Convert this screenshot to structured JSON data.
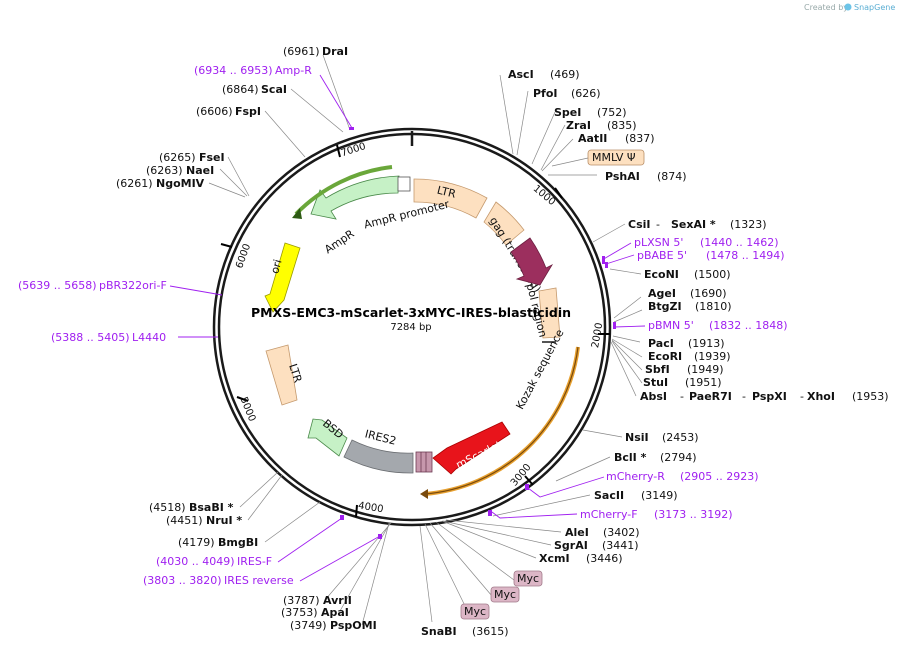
{
  "credit": {
    "prefix": "Created by",
    "brand": "SnapGene"
  },
  "plasmid": {
    "name": "PMXS-EMC3-mScarlet-3xMYC-IRES-blasticidin",
    "length": "7284 bp",
    "size_bp": 7284
  },
  "ticks": [
    "1000",
    "2000",
    "3000",
    "4000",
    "5000",
    "6000",
    "7000"
  ],
  "sites": [
    {
      "name": "DraI",
      "pos": "(6961)",
      "side": "left"
    },
    {
      "name": "ScaI",
      "pos": "(6864)",
      "side": "left"
    },
    {
      "name": "FspI",
      "pos": "(6606)",
      "side": "left"
    },
    {
      "name": "FseI",
      "pos": "(6265)",
      "side": "left"
    },
    {
      "name": "NaeI",
      "pos": "(6263)",
      "side": "left"
    },
    {
      "name": "NgoMIV",
      "pos": "(6261)",
      "side": "left"
    },
    {
      "name": "AscI",
      "pos": "(469)",
      "side": "right"
    },
    {
      "name": "PfoI",
      "pos": "(626)",
      "side": "right"
    },
    {
      "name": "SpeI",
      "pos": "(752)",
      "side": "right"
    },
    {
      "name": "ZraI",
      "pos": "(835)",
      "side": "right"
    },
    {
      "name": "AatII",
      "pos": "(837)",
      "side": "right"
    },
    {
      "name": "PshAI",
      "pos": "(874)",
      "side": "right"
    },
    {
      "name": "CsiI",
      "pos": "",
      "side": "right"
    },
    {
      "name": "SexAI *",
      "pos": "(1323)",
      "side": "right"
    },
    {
      "name": "EcoNI",
      "pos": "(1500)",
      "side": "right"
    },
    {
      "name": "AgeI",
      "pos": "(1690)",
      "side": "right"
    },
    {
      "name": "BtgZI",
      "pos": "(1810)",
      "side": "right"
    },
    {
      "name": "PacI",
      "pos": "(1913)",
      "side": "right"
    },
    {
      "name": "EcoRI",
      "pos": "(1939)",
      "side": "right"
    },
    {
      "name": "SbfI",
      "pos": "(1949)",
      "side": "right"
    },
    {
      "name": "StuI",
      "pos": "(1951)",
      "side": "right"
    },
    {
      "name": "AbsI",
      "pos": "",
      "side": "right"
    },
    {
      "name": "PaeR7I",
      "pos": "",
      "side": "right"
    },
    {
      "name": "PspXI",
      "pos": "",
      "side": "right"
    },
    {
      "name": "XhoI",
      "pos": "(1953)",
      "side": "right"
    },
    {
      "name": "NsiI",
      "pos": "(2453)",
      "side": "right"
    },
    {
      "name": "BclI *",
      "pos": "(2794)",
      "side": "right"
    },
    {
      "name": "SacII",
      "pos": "(3149)",
      "side": "right"
    },
    {
      "name": "AleI",
      "pos": "(3402)",
      "side": "right"
    },
    {
      "name": "SgrAI",
      "pos": "(3441)",
      "side": "right"
    },
    {
      "name": "XcmI",
      "pos": "(3446)",
      "side": "right"
    },
    {
      "name": "SnaBI",
      "pos": "(3615)",
      "side": "bottom"
    },
    {
      "name": "AvrII",
      "pos": "(3787)",
      "side": "left"
    },
    {
      "name": "ApaI",
      "pos": "(3753)",
      "side": "left"
    },
    {
      "name": "PspOMI",
      "pos": "(3749)",
      "side": "left"
    },
    {
      "name": "BmgBI",
      "pos": "(4179)",
      "side": "left"
    },
    {
      "name": "NruI *",
      "pos": "(4451)",
      "side": "left"
    },
    {
      "name": "BsaBI *",
      "pos": "(4518)",
      "side": "left"
    }
  ],
  "primers": [
    {
      "name": "Amp-R",
      "range": "(6934 .. 6953)"
    },
    {
      "name": "pBR322ori-F",
      "range": "(5639 .. 5658)"
    },
    {
      "name": "L4440",
      "range": "(5388 .. 5405)"
    },
    {
      "name": "pLXSN 5'",
      "range": "(1440 .. 1462)"
    },
    {
      "name": "pBABE 5'",
      "range": "(1478 .. 1494)"
    },
    {
      "name": "pBMN 5'",
      "range": "(1832 .. 1848)"
    },
    {
      "name": "mCherry-R",
      "range": "(2905 .. 2923)"
    },
    {
      "name": "mCherry-F",
      "range": "(3173 .. 3192)"
    },
    {
      "name": "IRES-F",
      "range": "(4030 .. 4049)"
    },
    {
      "name": "IRES reverse",
      "range": "(3803 .. 3820)"
    }
  ],
  "features": {
    "ltr_top": "LTR",
    "gag": "gag (truncated)",
    "pol": "pol region",
    "kozak": "Kozak sequence",
    "mscarlet": "mScarlet",
    "ires2": "IRES2",
    "bsd": "BSD",
    "ltr_left": "LTR",
    "ori": "ori",
    "ampr": "AmpR",
    "ampr_promoter": "AmpR promoter",
    "mmlv": "MMLV Ψ",
    "myc": [
      "Myc",
      "Myc",
      "Myc"
    ]
  },
  "colors": {
    "ltr": "#fde0c0",
    "gag": "#fde0c0",
    "pol": "#9c2f5e",
    "mscarlet": "#e8141b",
    "ires": "#a4a8ad",
    "bsd": "#c6f1c6",
    "ori": "#ffff00",
    "ampr": "#c6f1c6",
    "amp_promoter_line": "#6aa73a",
    "orange_line": "#e7a02f",
    "primer": "#a020f0",
    "myc": "#dcb6c6"
  }
}
